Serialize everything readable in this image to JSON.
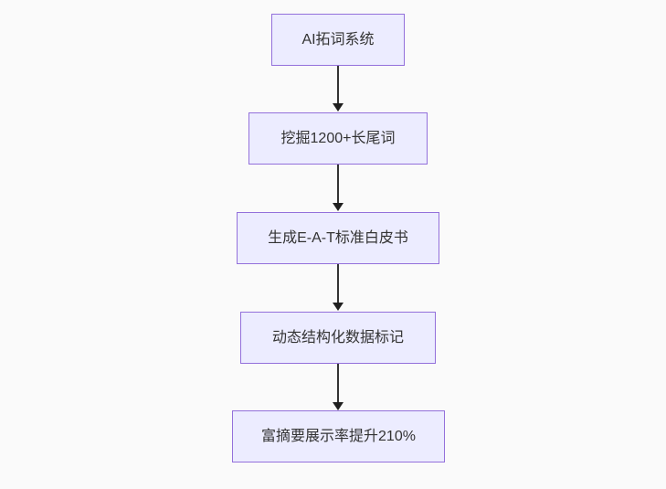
{
  "diagram": {
    "type": "flowchart",
    "direction": "top-down",
    "nodes": [
      {
        "id": "n1",
        "label": "AI拓词系统"
      },
      {
        "id": "n2",
        "label": "挖掘1200+长尾词"
      },
      {
        "id": "n3",
        "label": "生成E-A-T标准白皮书"
      },
      {
        "id": "n4",
        "label": "动态结构化数据标记"
      },
      {
        "id": "n5",
        "label": "富摘要展示率提升210%"
      }
    ],
    "edges": [
      {
        "from": "n1",
        "to": "n2",
        "arrow": "down"
      },
      {
        "from": "n2",
        "to": "n3",
        "arrow": "down"
      },
      {
        "from": "n3",
        "to": "n4",
        "arrow": "down"
      },
      {
        "from": "n4",
        "to": "n5",
        "arrow": "down"
      }
    ],
    "colors": {
      "node_fill": "#ECECFF",
      "node_border": "#9370DB",
      "edge_line": "#333333",
      "text": "#333333",
      "background": "#FAFAFA"
    }
  }
}
